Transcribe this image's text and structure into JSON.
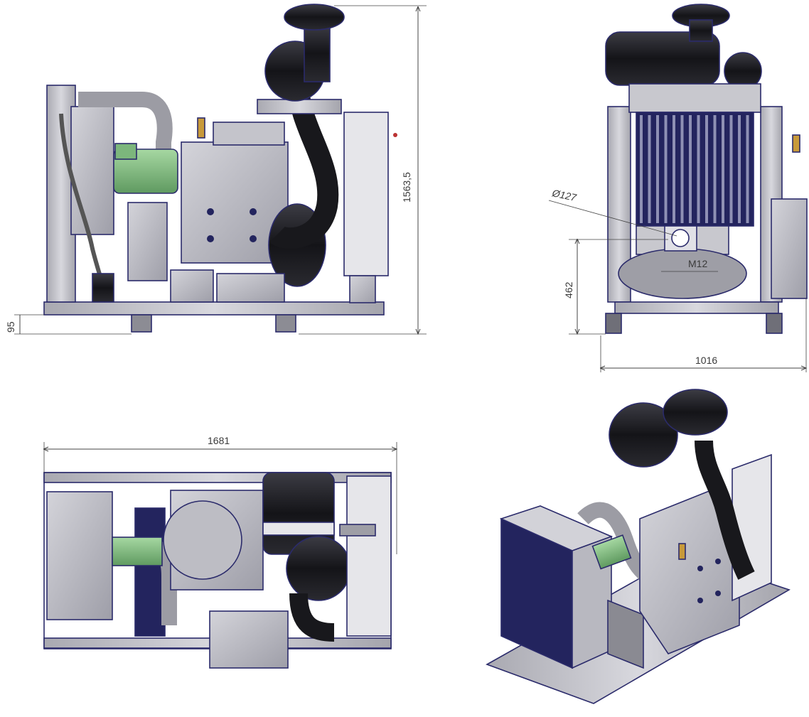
{
  "drawing": {
    "front_view": {
      "height_dim": "1563,5",
      "base_offset_dim": "95"
    },
    "side_view": {
      "width_dim": "1016",
      "outlet_height_dim": "462",
      "outlet_diameter_dim": "Ø127",
      "thread_dim": "M12"
    },
    "top_view": {
      "length_dim": "1681"
    }
  },
  "colors": {
    "frame": "#c9c9cf",
    "panel": "#bdbdc4",
    "dark": "#1e1e22",
    "outline": "#2b2b6b",
    "motor_green": "#8ac48a",
    "radiator": "#23245e",
    "brass": "#c89a3a",
    "dim_line": "#444444"
  }
}
